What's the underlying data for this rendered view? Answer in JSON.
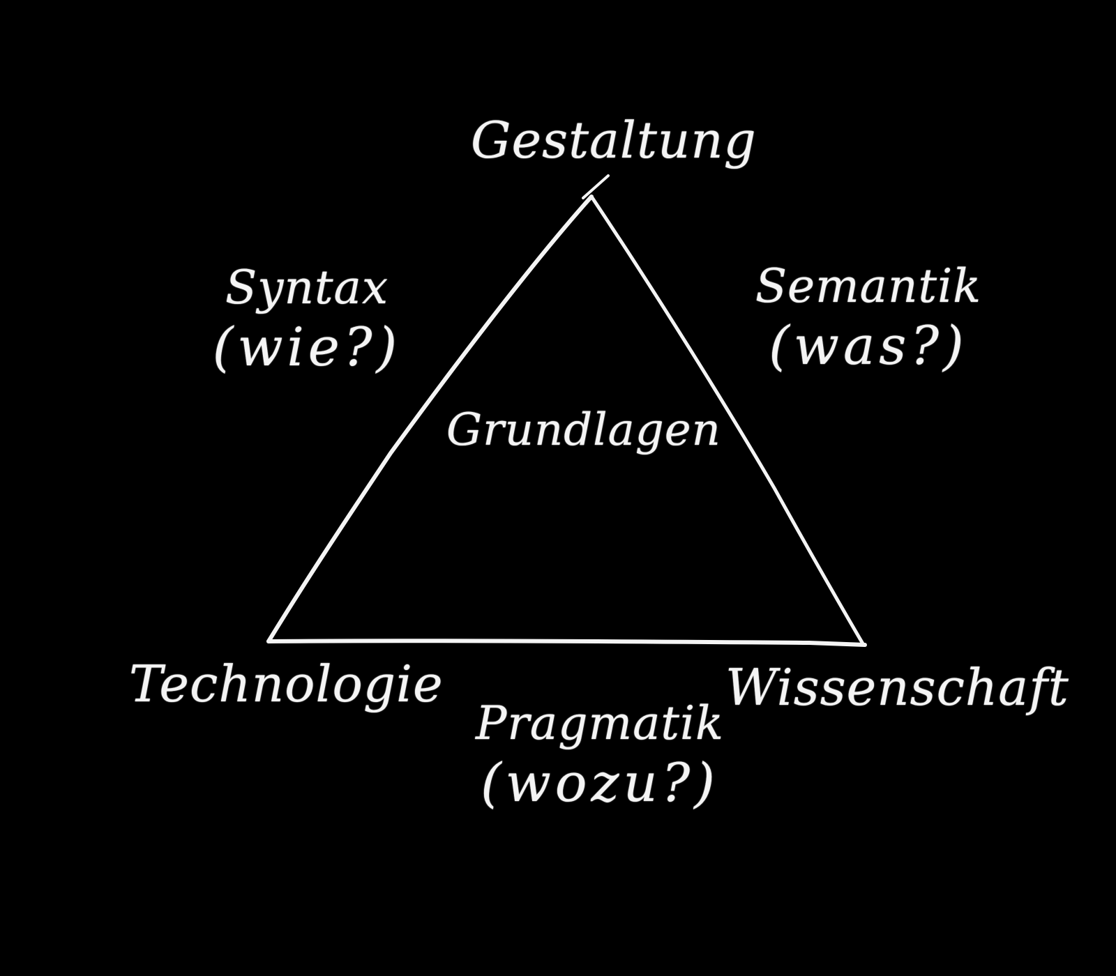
{
  "colors": {
    "background": "#000000",
    "chalk": "#f4f4f4"
  },
  "vertices": {
    "top": "Gestaltung",
    "bottom_left": "Technologie",
    "bottom_right": "Wissenschaft"
  },
  "edges": {
    "left": {
      "term": "Syntax",
      "question": "(wie?)"
    },
    "right": {
      "term": "Semantik",
      "question": "(was?)"
    },
    "bottom": {
      "term": "Pragmatik",
      "question": "(wozu?)"
    }
  },
  "center": "Grundlagen"
}
